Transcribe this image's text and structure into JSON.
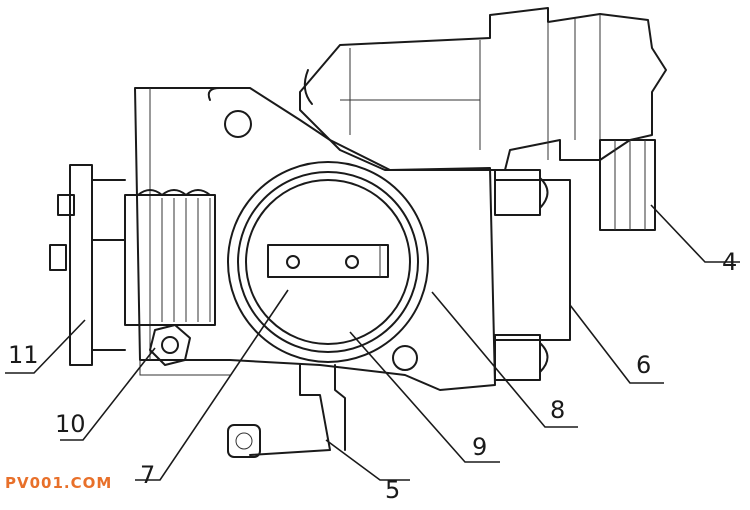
{
  "diagram": {
    "callouts": [
      "4",
      "5",
      "6",
      "7",
      "8",
      "9",
      "10",
      "11"
    ],
    "watermark": "PV001.COM"
  },
  "colors": {
    "line": "#1a1a1a",
    "watermark": "#e8702a",
    "background": "#ffffff"
  }
}
